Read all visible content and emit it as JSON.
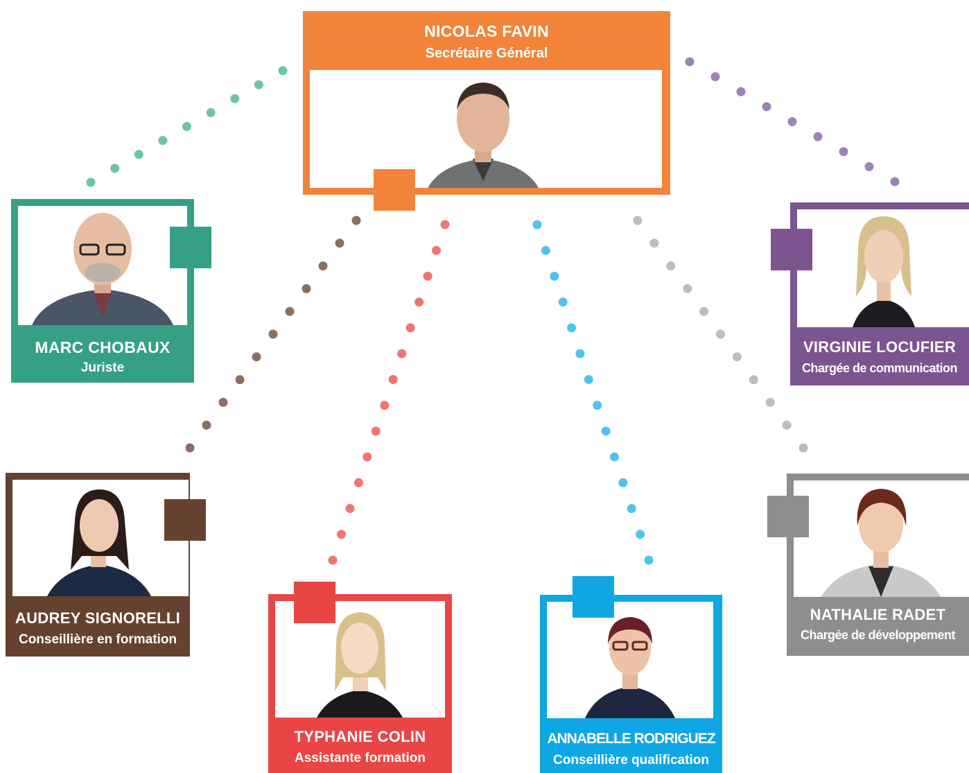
{
  "colors": {
    "orange": "#F2843A",
    "green": "#35A085",
    "purple": "#7B5490",
    "brown": "#654230",
    "red": "#E94545",
    "blue": "#0EA7E3",
    "gray": "#8E8E90",
    "dot_green": "#6CC6A6",
    "dot_purple": "#9C84B6",
    "dot_brown": "#8A6F63",
    "dot_red": "#F07470",
    "dot_blue": "#4FC3EE",
    "dot_gray": "#BDBDBD"
  },
  "head": {
    "name": "NICOLAS FAVIN",
    "role": "Secrétaire Général"
  },
  "members": {
    "marc": {
      "name": "MARC CHOBAUX",
      "role": "Juriste"
    },
    "virginie": {
      "name": "VIRGINIE LOCUFIER",
      "role": "Chargée de communication"
    },
    "audrey": {
      "name": "AUDREY SIGNORELLI",
      "role": "Conseillière en formation"
    },
    "typhanie": {
      "name": "TYPHANIE COLIN",
      "role": "Assistante formation"
    },
    "annabelle": {
      "name": "ANNABELLE RODRIGUEZ",
      "role": "Conseillière qualification"
    },
    "nathalie": {
      "name": "NATHALIE RADET",
      "role": "Chargée de développement"
    }
  }
}
